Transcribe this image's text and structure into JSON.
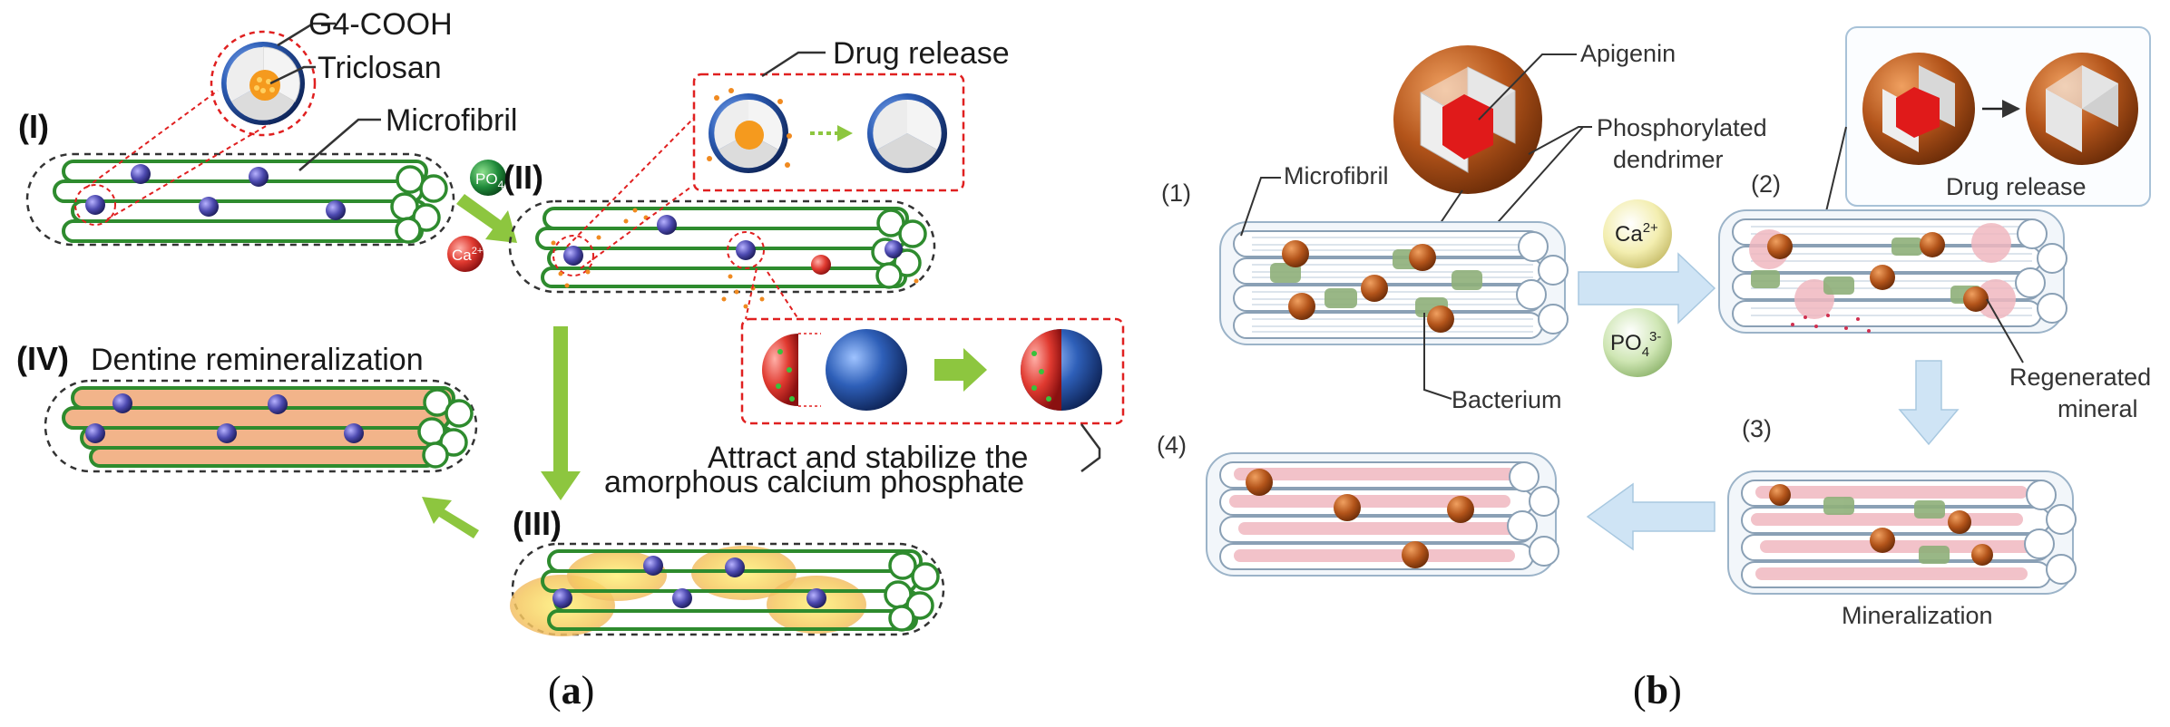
{
  "panel_a": {
    "caption_open": "(",
    "caption_letter": "a",
    "caption_close": ")",
    "stage_i": "(I)",
    "stage_ii": "(II)",
    "stage_iii": "(III)",
    "stage_iv": "(IV)",
    "label_g4": "G4-COOH",
    "label_triclosan": "Triclosan",
    "label_microfibril": "Microfibril",
    "label_drug_release": "Drug release",
    "label_remineralization": "Dentine remineralization",
    "label_attract_1": "Attract and stabilize the",
    "label_attract_2": "amorphous calcium phosphate",
    "ion_po4": "PO",
    "ion_po4_sub": "4",
    "ion_ca": "Ca",
    "ion_ca_sup": "2+"
  },
  "panel_b": {
    "caption_open": "(",
    "caption_letter": "b",
    "caption_close": ")",
    "step_1": "(1)",
    "step_2": "(2)",
    "step_3": "(3)",
    "step_4": "(4)",
    "label_apigenin": "Apigenin",
    "label_phos_1": "Phosphorylated",
    "label_phos_2": "dendrimer",
    "label_microfibril": "Microfibril",
    "label_drug_release": "Drug release",
    "label_bacterium": "Bacterium",
    "label_regen_1": "Regenerated",
    "label_regen_2": "mineral",
    "label_mineralization": "Mineralization",
    "ion_ca": "Ca",
    "ion_ca_sup": "2+",
    "ion_po4": "PO",
    "ion_po4_sub": "4",
    "ion_po4_sup": "3-"
  },
  "colors": {
    "fibril_green": "#2e8b2e",
    "dendrimer_blue": "#2a4f9c",
    "red_callout": "#e02020",
    "arrow_green": "#8dc63f",
    "orange_sphere": "#b35a1f",
    "arrow_blue": "#cfe4f5",
    "mineral_pink": "#f0b8c0"
  }
}
